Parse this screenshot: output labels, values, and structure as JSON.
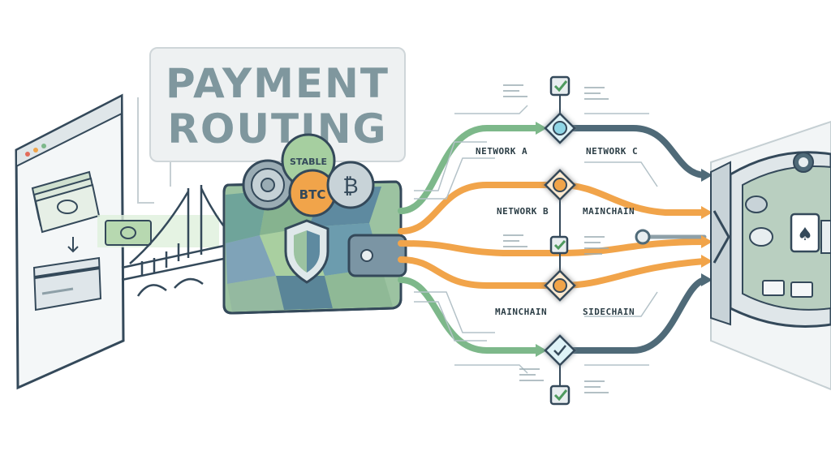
{
  "title": {
    "line1": "PAYMENT",
    "line2": "ROUTING"
  },
  "coins": {
    "stable": "STABLE",
    "btc": "BTC"
  },
  "labels": {
    "network_a": "NETWORK A",
    "network_b": "NETWORK B",
    "network_c": "NETWORK C",
    "mainchain_left": "MAINCHAIN",
    "mainchain_right": "MAINCHAIN",
    "sidechain": "SIDECHAIN"
  },
  "colors": {
    "green": "#7db88a",
    "orange": "#f1a44a",
    "slate": "#4f6a78",
    "ink": "#34495a",
    "teal_glow": "#8fd6e6",
    "panel": "#e8eef0"
  },
  "icons": [
    "browser-window-icon",
    "cash-stack-icon",
    "credit-card-icon",
    "bridge-icon",
    "wallet-icon",
    "shield-icon",
    "gear-coin-icon",
    "stable-coin-icon",
    "btc-coin-icon",
    "bitcoin-coin-icon",
    "checkbox-icon",
    "route-node-icon",
    "poker-chip-icon",
    "playing-card-icon"
  ]
}
